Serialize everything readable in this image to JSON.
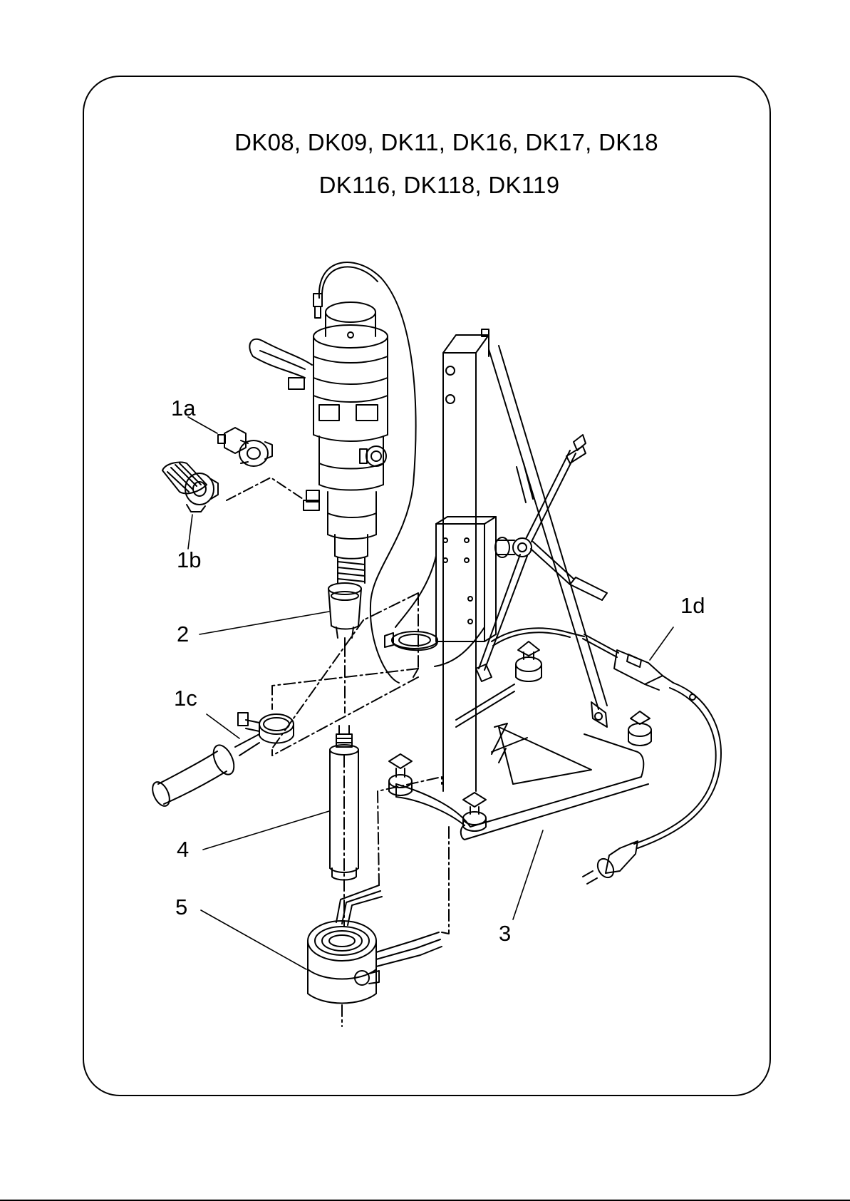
{
  "header": {
    "models_line1": "DK08, DK09, DK11, DK16, DK17, DK18",
    "models_line2": "DK116, DK118, DK119"
  },
  "callouts": {
    "c1a": "1a",
    "c1b": "1b",
    "c1c": "1c",
    "c1d": "1d",
    "c2": "2",
    "c3": "3",
    "c4": "4",
    "c5": "5"
  },
  "colors": {
    "line": "#000000",
    "background": "#ffffff"
  }
}
